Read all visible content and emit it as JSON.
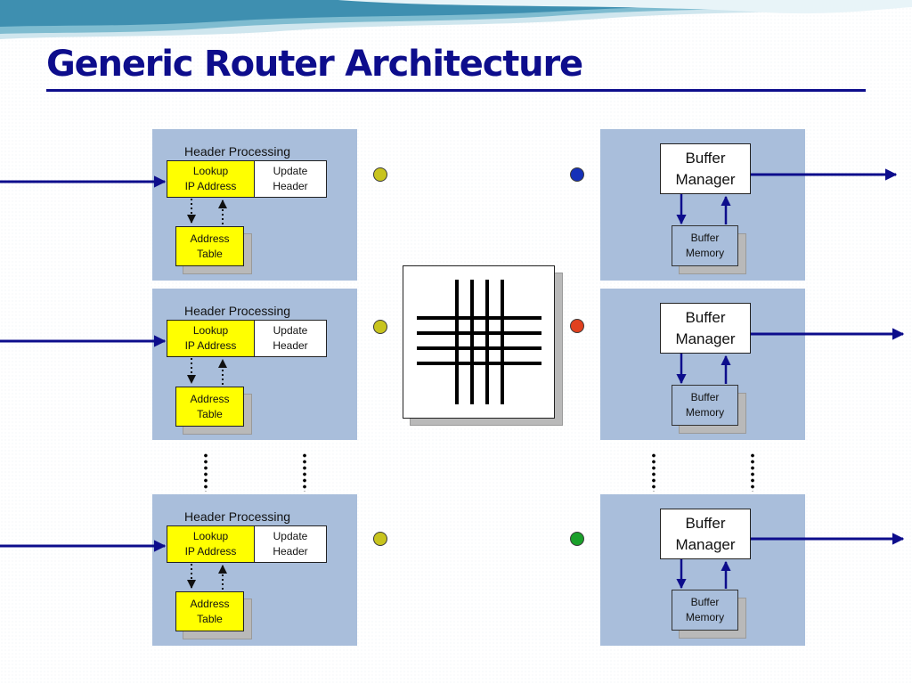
{
  "slide": {
    "title": "Generic Router Architecture"
  },
  "ingress": {
    "header_processing_label": "Header Processing",
    "lookup_line1": "Lookup",
    "lookup_line2": "IP Address",
    "update_line1": "Update",
    "update_line2": "Header",
    "address_line1": "Address",
    "address_line2": "Table"
  },
  "egress": {
    "buffer_manager_line1": "Buffer",
    "buffer_manager_line2": "Manager",
    "buffer_memory_line1": "Buffer",
    "buffer_memory_line2": "Memory"
  },
  "colors": {
    "title": "#0d0d8c",
    "panel": "#a9bedb",
    "arrow": "#0d0d8c",
    "lookup_fill": "#ffff00",
    "input_dot": "#c8c41e",
    "output_dot_1": "#1530b8",
    "output_dot_2": "#e0401e",
    "output_dot_3": "#1aa02a"
  }
}
